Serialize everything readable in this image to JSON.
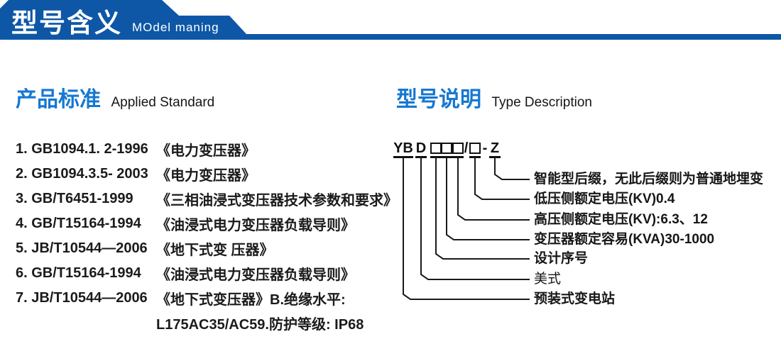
{
  "banner": {
    "title": "型号含义",
    "subtitle": "MOdel maning",
    "bg_color": "#0e57a7"
  },
  "colors": {
    "heading_blue": "#1678d2",
    "text_black": "#1b1b1b",
    "banner_blue": "#0e57a7"
  },
  "left_section": {
    "heading_cn": "产品标准",
    "heading_en": "Applied Standard",
    "standards": [
      {
        "code": "1. GB1094.1. 2-1996",
        "title": "《电力变压器》"
      },
      {
        "code": "2. GB1094.3.5- 2003",
        "title": "《电力变压器》"
      },
      {
        "code": "3. GB/T6451-1999",
        "title": "《三相油浸式变压器技术参数和要求》"
      },
      {
        "code": "4. GB/T15164-1994",
        "title": "《油浸式电力变压器负载导则》"
      },
      {
        "code": "5. JB/T10544—2006",
        "title": "《地下式变 压器》"
      },
      {
        "code": "6. GB/T15164-1994",
        "title": "《油浸式电力变压器负载导则》"
      },
      {
        "code": "7. JB/T10544—2006",
        "title": "《地下式变压器》B.绝缘水平:"
      },
      {
        "code": "",
        "title": "L175AC35/AC59.防护等级: IP68"
      }
    ]
  },
  "right_section": {
    "heading_cn": "型号说明",
    "heading_en": "Type Description",
    "model_code": {
      "prefix": "YB",
      "second": "D",
      "slash": "/",
      "dash": "-",
      "suffix": "Z"
    },
    "labels": [
      "智能型后缀，无此后缀则为普通地埋变",
      "低压侧额定电压(KV)0.4",
      "高压侧额定电压(KV):6.3、12",
      "变压器额定容易(KVA)30-1000",
      "设计序号",
      "美式",
      "预装式变电站"
    ]
  }
}
